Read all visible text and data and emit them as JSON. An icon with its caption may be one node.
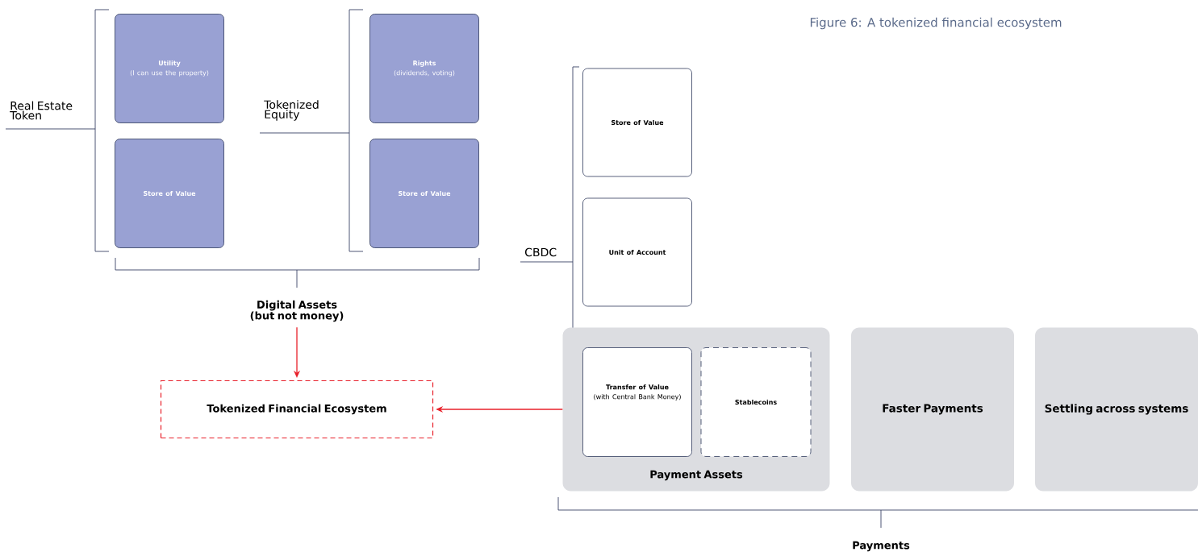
{
  "diagram": {
    "title": "Figure 6: A tokenized financial ecosystem",
    "nodes": [
      {
        "text": [
          "Utility",
          "(I can use the property)"
        ]
      },
      {
        "text": [
          "Store of Value"
        ]
      },
      {
        "text": [
          "Rights",
          "(dividends, voting)"
        ]
      },
      {
        "text": [
          "Store of Value"
        ]
      },
      {
        "text": [
          "Store of Value"
        ]
      },
      {
        "text": [
          "Unit of Account"
        ]
      },
      {
        "text": [
          "Payment Assets"
        ]
      },
      {
        "text": [
          "Transfer of Value",
          "(with Central Bank Money)"
        ],
        "in": 6
      },
      {
        "text": [
          "Stablecoins"
        ],
        "in": 6
      },
      {
        "text": [
          "Faster Payments"
        ]
      },
      {
        "text": [
          "Settling across systems"
        ]
      },
      {
        "text": [
          "Digital Assets (but not money)"
        ]
      },
      {
        "text": [
          "Tokenized Financial Ecosystem"
        ]
      }
    ],
    "edges": [
      {
        "from": 11,
        "to": 12,
        "arrow": "to",
        "color": "#e8202a"
      },
      {
        "from": 6,
        "to": 12,
        "arrow": "to",
        "color": "#e8202a"
      }
    ],
    "labels": [
      "Real Estate Token",
      "Tokenized Equity",
      "CBDC",
      "Payments"
    ]
  }
}
